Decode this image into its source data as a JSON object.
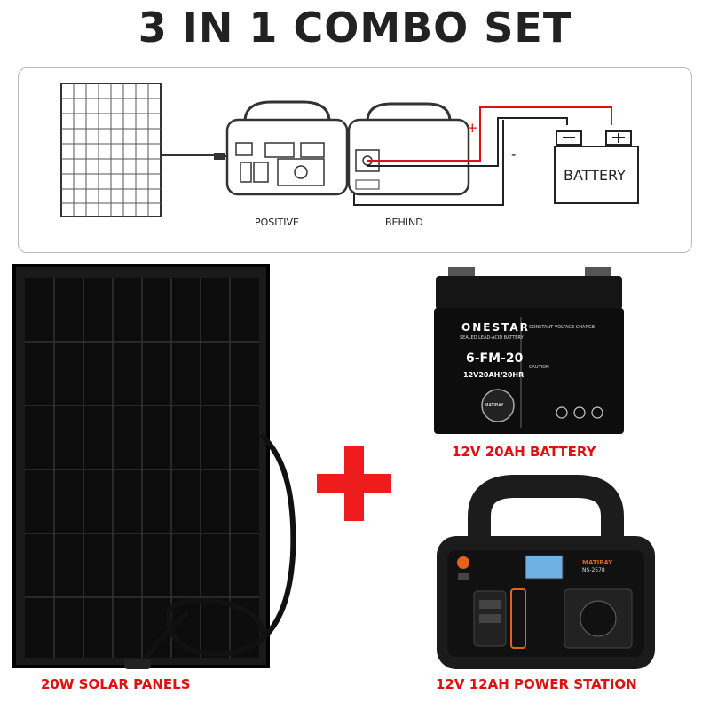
{
  "title": "3 IN 1 COMBO SET",
  "diagram": {
    "positive_caption": "POSITIVE",
    "behind_caption": "BEHIND",
    "battery_label": "BATTERY",
    "plus_sign": "+",
    "minus_sign": "-",
    "wire_color_positive": "#e01010",
    "wire_color_negative": "#222222"
  },
  "battery_product": {
    "brand": "ONESTAR",
    "subtitle": "SEALED LEAD-ACID BATTERY",
    "model": "6-FM-20",
    "rating": "12V20AH/20HR",
    "charge_title": "CONSTANT VOLTAGE CHARGE",
    "caution": "CAUTION",
    "seal": "MATIBAY",
    "caption": "12V 20AH BATTERY"
  },
  "solar_panel": {
    "caption": "20W SOLAR PANELS"
  },
  "power_station": {
    "brand": "MATIBAY",
    "model": "NS-2578",
    "caption": "12V 12AH POWER STATION"
  },
  "colors": {
    "accent_red": "#e01010",
    "station_orange": "#e0641c"
  }
}
